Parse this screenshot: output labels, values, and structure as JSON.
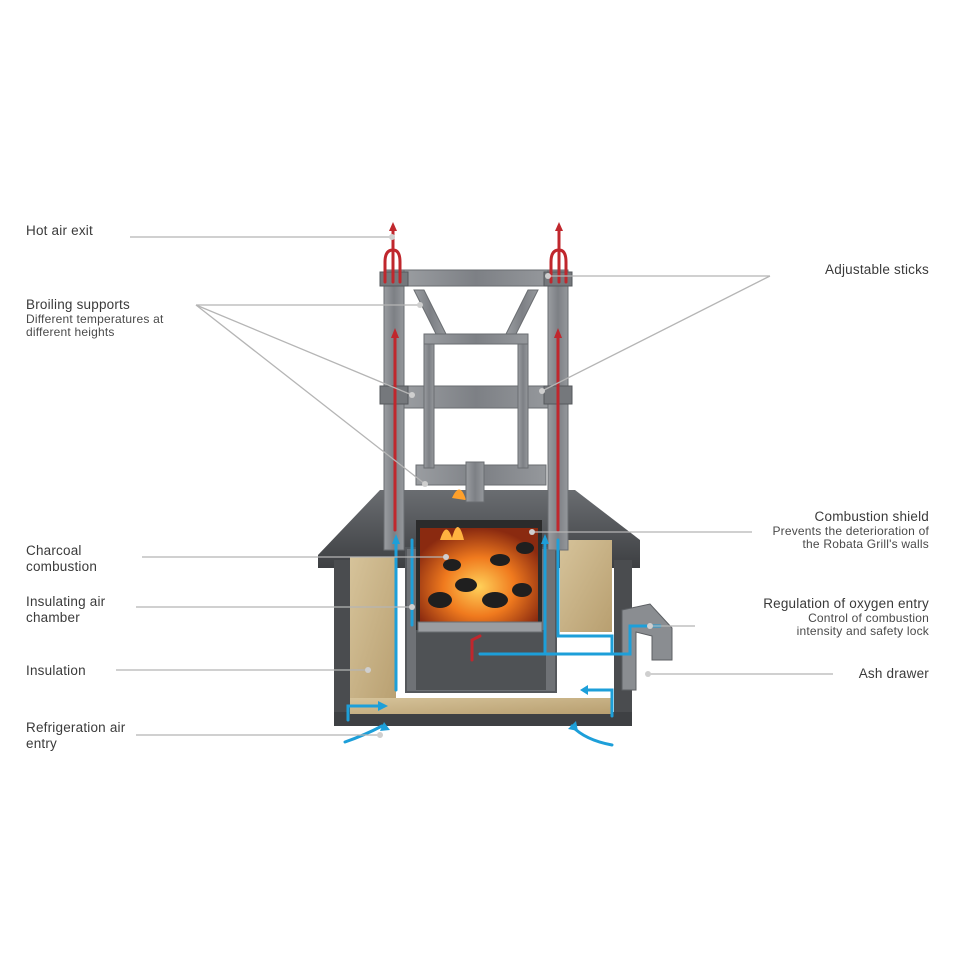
{
  "labels": {
    "hot_air_exit": {
      "title": "Hot air exit"
    },
    "broiling_supports": {
      "title": "Broiling supports",
      "sub": "Different temperatures at",
      "sub2": "different heights"
    },
    "charcoal_combustion": {
      "title": "Charcoal",
      "title2": "combustion"
    },
    "insulating_air_chamber": {
      "title": "Insulating air",
      "title2": "chamber"
    },
    "insulation": {
      "title": "Insulation"
    },
    "refrigeration_air_entry": {
      "title": "Refrigeration air",
      "title2": "entry"
    },
    "adjustable_sticks": {
      "title": "Adjustable sticks"
    },
    "combustion_shield": {
      "title": "Combustion shield",
      "sub": "Prevents the deterioration of",
      "sub2": "the Robata Grill's walls"
    },
    "regulation_oxygen": {
      "title": "Regulation of oxygen entry",
      "sub": "Control of combustion",
      "sub2": "intensity and safety lock"
    },
    "ash_drawer": {
      "title": "Ash drawer"
    }
  },
  "colors": {
    "hot_air": "#c0272d",
    "cold_air": "#1d9fd9",
    "leader": "#b5b5b5",
    "steel": "#8a8d91",
    "steel_dark": "#55585c",
    "insulation": "#c9b48a",
    "fire": "#f07a1e"
  }
}
